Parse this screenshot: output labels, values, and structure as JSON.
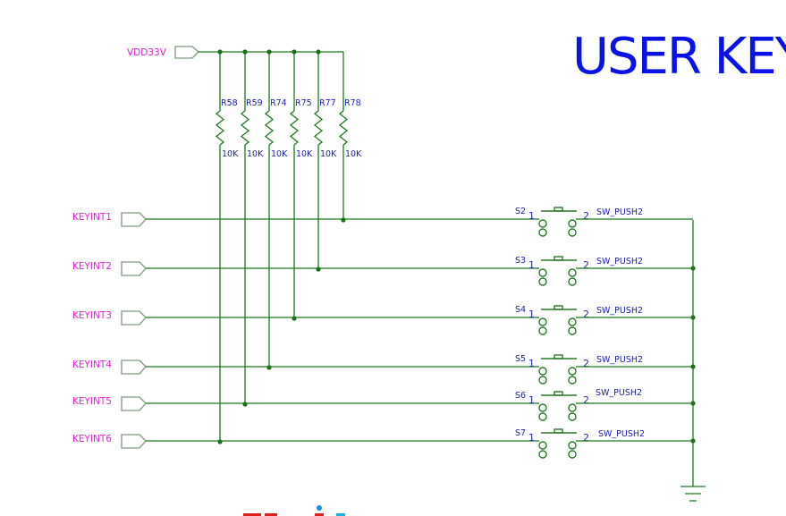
{
  "title": "USER KEY",
  "colors": {
    "wire": "#1f7a1f",
    "net_label": "#e21fe0",
    "component_label": "#1a1fb5",
    "title": "#0a12e8"
  },
  "power_net": {
    "label": "VDD33V"
  },
  "resistors": [
    {
      "ref": "R58",
      "value": "10K",
      "net": "KEYINT6"
    },
    {
      "ref": "R59",
      "value": "10K",
      "net": "KEYINT5"
    },
    {
      "ref": "R74",
      "value": "10K",
      "net": "KEYINT4"
    },
    {
      "ref": "R75",
      "value": "10K",
      "net": "KEYINT3"
    },
    {
      "ref": "R77",
      "value": "10K",
      "net": "KEYINT2"
    },
    {
      "ref": "R78",
      "value": "10K",
      "net": "KEYINT1"
    }
  ],
  "key_nets": [
    {
      "label": "KEYINT1",
      "switch": {
        "ref": "S2",
        "pin1": "1",
        "pin2": "2",
        "part": "SW_PUSH2"
      }
    },
    {
      "label": "KEYINT2",
      "switch": {
        "ref": "S3",
        "pin1": "1",
        "pin2": "2",
        "part": "SW_PUSH2"
      }
    },
    {
      "label": "KEYINT3",
      "switch": {
        "ref": "S4",
        "pin1": "1",
        "pin2": "2",
        "part": "SW_PUSH2"
      }
    },
    {
      "label": "KEYINT4",
      "switch": {
        "ref": "S5",
        "pin1": "1",
        "pin2": "2",
        "part": "SW_PUSH2"
      }
    },
    {
      "label": "KEYINT5",
      "switch": {
        "ref": "S6",
        "pin1": "1",
        "pin2": "2",
        "part": "SW_PUSH2"
      }
    },
    {
      "label": "KEYINT6",
      "switch": {
        "ref": "S7",
        "pin1": "1",
        "pin2": "2",
        "part": "SW_PUSH2"
      }
    }
  ],
  "ground": {
    "symbol": "ground-icon"
  }
}
